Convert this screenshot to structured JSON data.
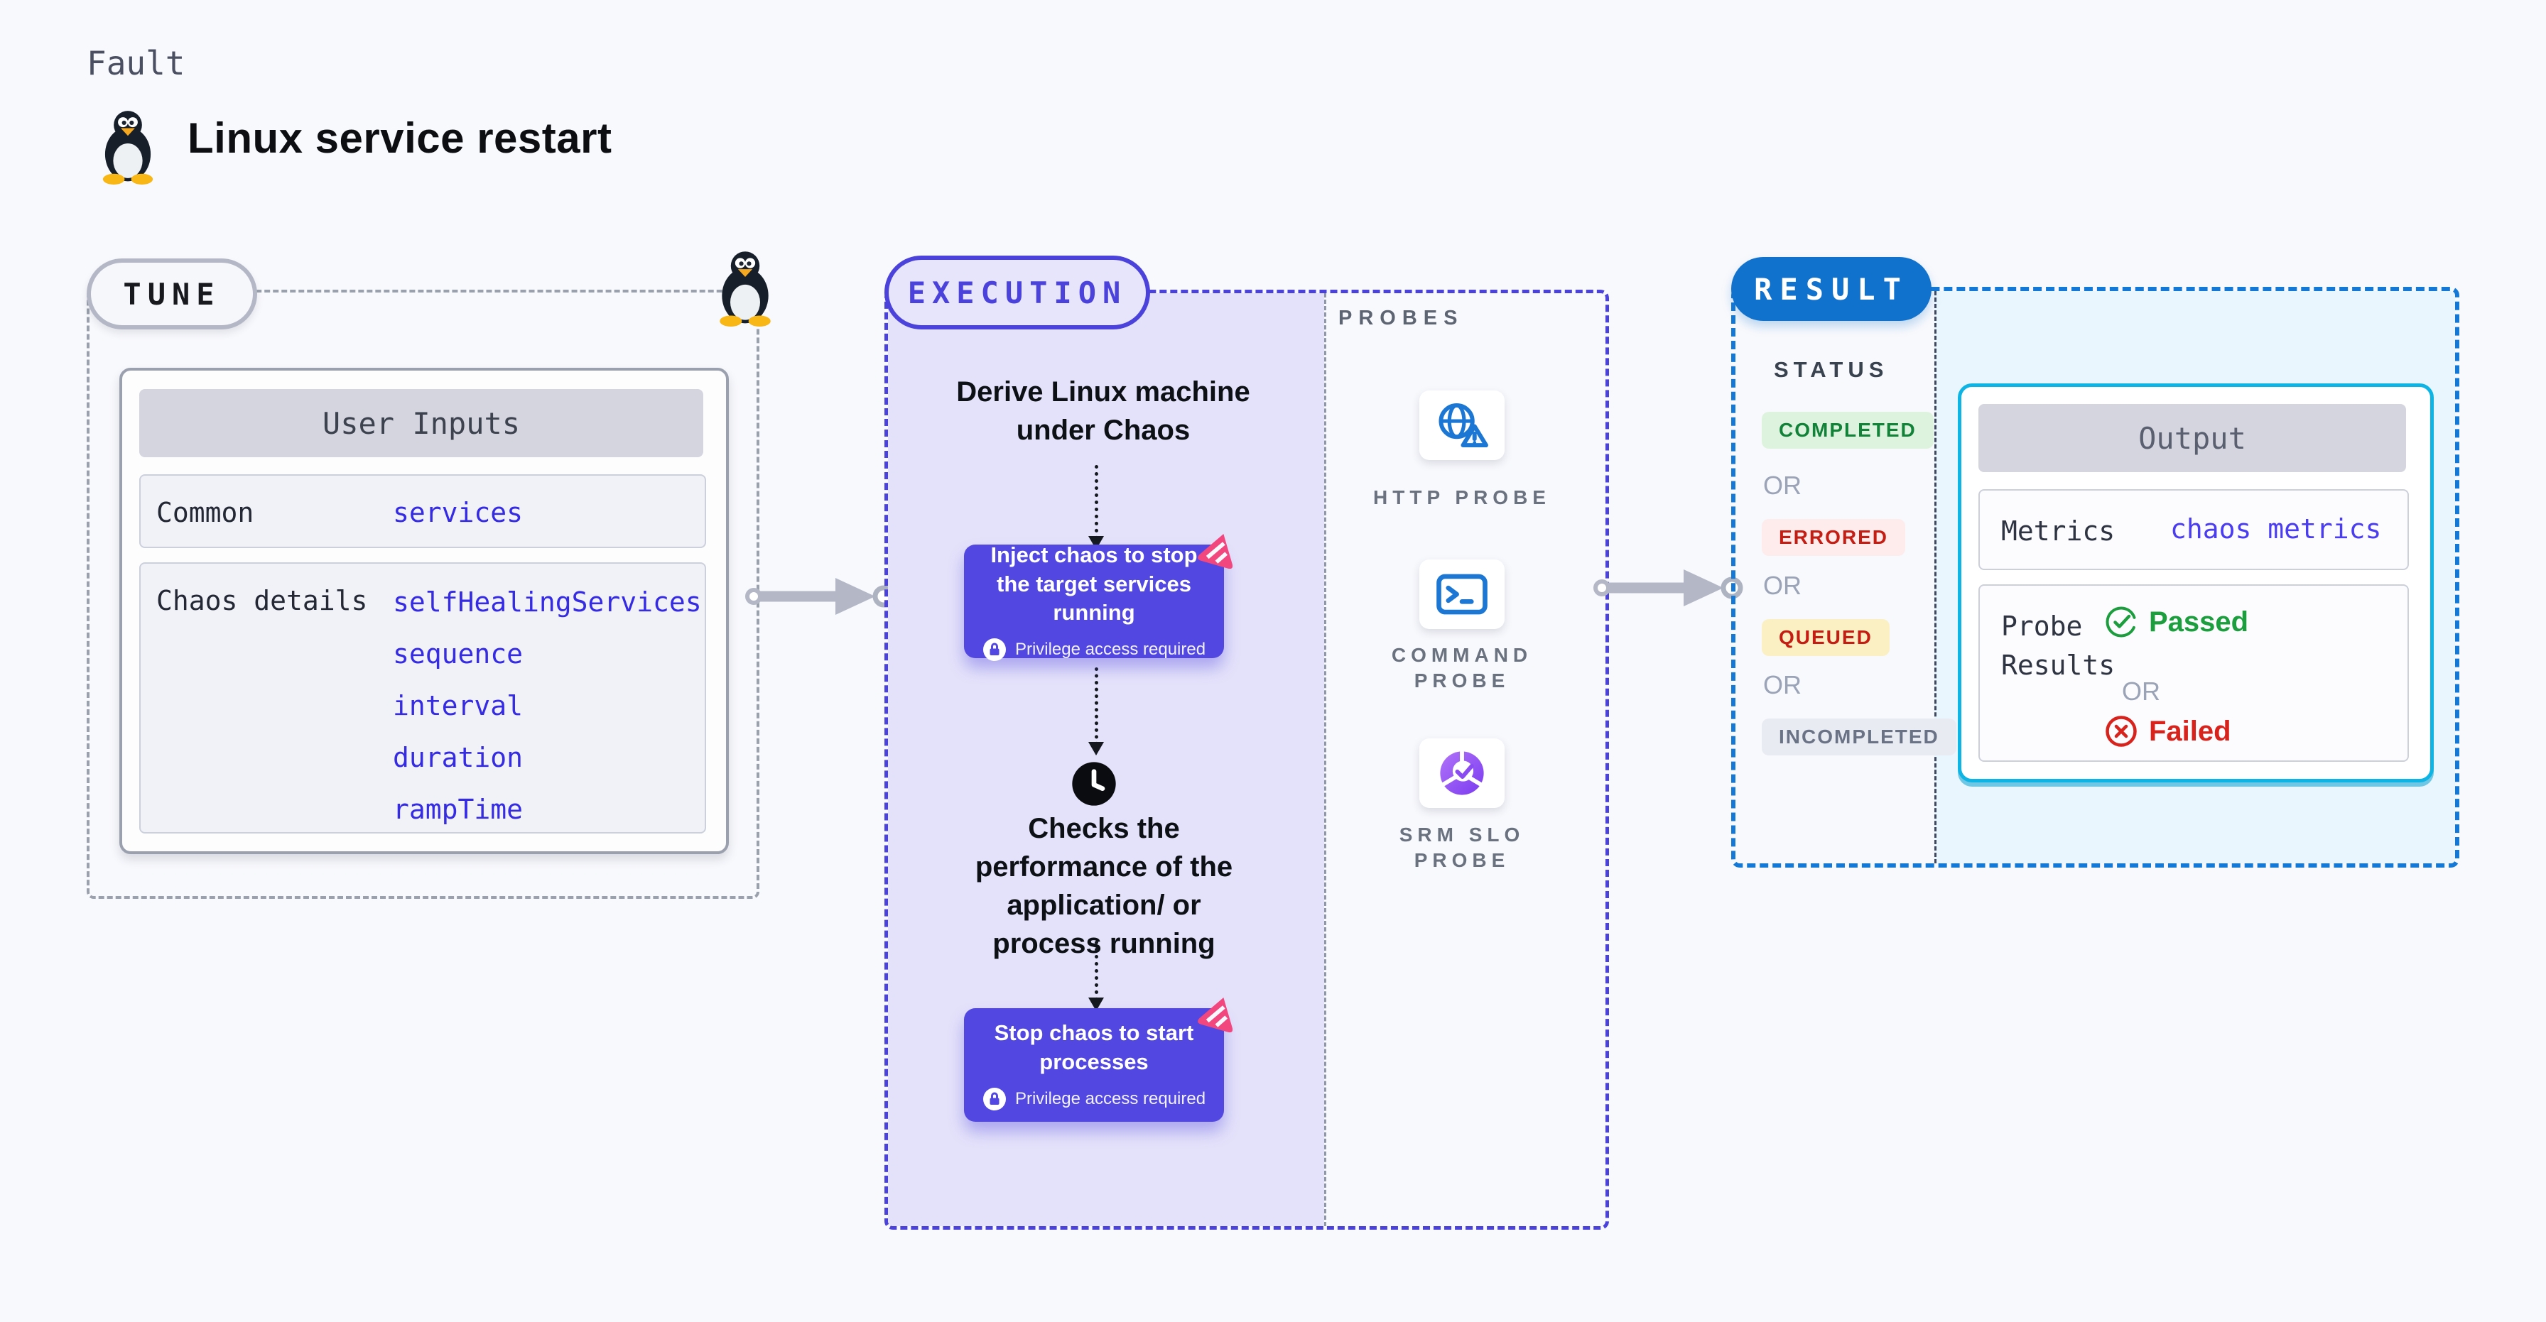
{
  "header": {
    "eyebrow": "Fault",
    "title": "Linux service restart"
  },
  "tune": {
    "label": "TUNE",
    "user_inputs": {
      "title": "User Inputs",
      "rows": [
        {
          "label": "Common",
          "values": [
            "services"
          ]
        },
        {
          "label": "Chaos details",
          "values": [
            "selfHealingServices",
            "sequence",
            "interval",
            "duration",
            "rampTime"
          ]
        }
      ]
    }
  },
  "execution": {
    "label": "EXECUTION",
    "step1": "Derive Linux machine under Chaos",
    "inject_box": {
      "title": "Inject chaos to stop the target services running",
      "note": "Privilege access required"
    },
    "step2": "Checks the performance of the application/ or process running",
    "stop_box": {
      "title": "Stop chaos to start processes",
      "note": "Privilege access required"
    }
  },
  "probes": {
    "label": "PROBES",
    "items": [
      {
        "name": "HTTP PROBE",
        "icon": "http-probe-icon"
      },
      {
        "name": "COMMAND PROBE",
        "icon": "command-probe-icon"
      },
      {
        "name": "SRM SLO PROBE",
        "icon": "srm-slo-probe-icon"
      }
    ]
  },
  "result": {
    "label": "RESULT",
    "status": {
      "label": "STATUS",
      "separator": "OR",
      "badges": [
        {
          "text": "COMPLETED",
          "fg": "#128239",
          "bg": "#def3de"
        },
        {
          "text": "ERRORED",
          "fg": "#c41e14",
          "bg": "#fdeceb"
        },
        {
          "text": "QUEUED",
          "fg": "#c41e14",
          "bg": "#fbf0c4"
        },
        {
          "text": "INCOMPLETED",
          "fg": "#6a7386",
          "bg": "#e9ebf3"
        }
      ]
    },
    "output": {
      "title": "Output",
      "metrics_label": "Metrics",
      "metrics_link": "chaos metrics",
      "probe_results_label": "Probe Results",
      "passed": "Passed",
      "separator": "OR",
      "failed": "Failed"
    }
  },
  "colors": {
    "background": "#f8f9fd",
    "indigo_accent": "#4a42da",
    "chaos_step_bg": "#5247e0",
    "pink_accent": "#f2467f",
    "result_blue": "#1172cd",
    "cyan_border": "#0db4e4",
    "cyan_fill": "#e9f6fd",
    "link_blue": "#352be2",
    "passed_green": "#1d9e3e",
    "failed_red": "#d8221c",
    "probe_icon_blue": "#1b77d3"
  }
}
